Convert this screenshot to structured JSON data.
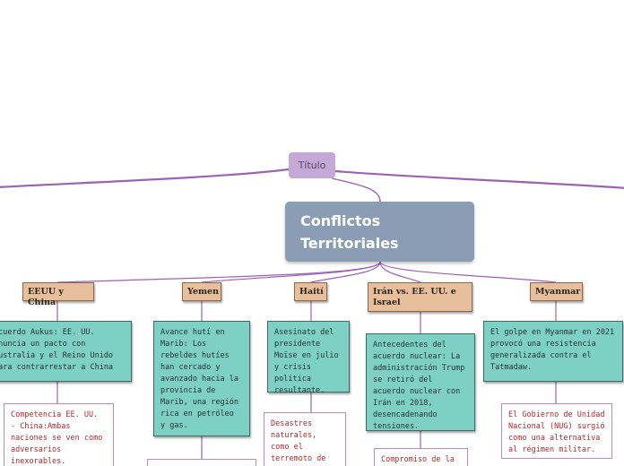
{
  "map": {
    "title": "Título",
    "main": "Conflictos Territoriales",
    "topics": [
      {
        "label": "EEUU y China",
        "note": "Acuerdo Aukus: EE. UU. anuncia un pacto con Australia y el Reino Unido para contrarrestar a China",
        "sub": "Competencia EE. UU. - China:Ambas naciones se ven como adversarios inexorables."
      },
      {
        "label": "Yemen",
        "note": "Avance hutí en Marib: Los rebeldes hutíes han cercado y avanzado hacia la provincia de Marib, una región rica en petróleo y gas."
      },
      {
        "label": "Haití",
        "note": "Asesinato del presidente Moïse en julio y crisis política resultante.",
        "sub": "Desastres naturales, como el terremoto de agosto, afectan"
      },
      {
        "label": "Irán vs. EE. UU. e Israel",
        "note": "Antecedentes del acuerdo nuclear: La administración Trump se retiró del acuerdo nuclear con Irán en 2018, desencadenando tensiones.",
        "sub": "Compromiso de la"
      },
      {
        "label": "Myanmar",
        "note": "El golpe en Myanmar en 2021 provocó una resistencia generalizada contra el Tatmadaw.",
        "sub": "El Gobierno de Unidad Nacional (NUG) surgió como una alternativa al régimen militar."
      }
    ]
  },
  "colors": {
    "link": "#9b63b3",
    "title_bg": "#c4a9d6",
    "main_bg": "#8b9db5",
    "topic_bg": "#e7bf9c",
    "note_bg": "#7ecfc4",
    "sub_border": "#b88ac9",
    "sub_text": "#b4282b"
  }
}
